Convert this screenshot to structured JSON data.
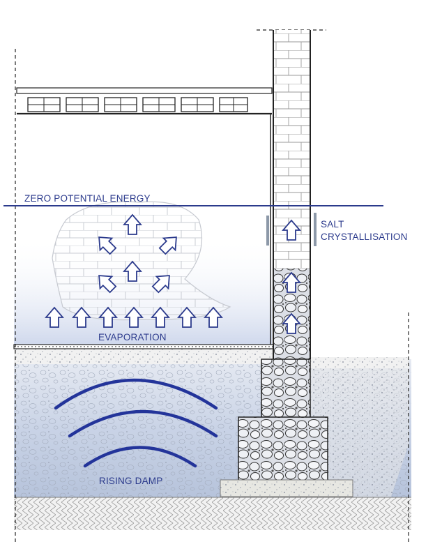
{
  "labels": {
    "zero_potential_energy": "ZERO POTENTIAL ENERGY",
    "salt_line1": "SALT",
    "salt_line2": "CRYSTALLISATION",
    "evaporation": "EVAPORATION",
    "rising_damp": "RISING DAMP"
  },
  "colors": {
    "label_text": "#2b3a8c",
    "zero_line": "#2b3a8c",
    "arrow_outline": "#2b3a8c",
    "damp_arcs": "#23349a",
    "wall_outline": "#222222",
    "salt_bars": "#8c98a8",
    "soil_tint": "#b9c6dc",
    "evaporation_tint": "#c9d3ea"
  },
  "icons": {
    "arrow": "hollow-arrow-icon",
    "stone": "stone-icon",
    "brick": "brick-icon"
  },
  "counts": {
    "evaporation_arrows_up": 7,
    "evaporation_arrows_diagonal": 4,
    "wall_arrows_up": 3,
    "damp_arcs": 3
  }
}
